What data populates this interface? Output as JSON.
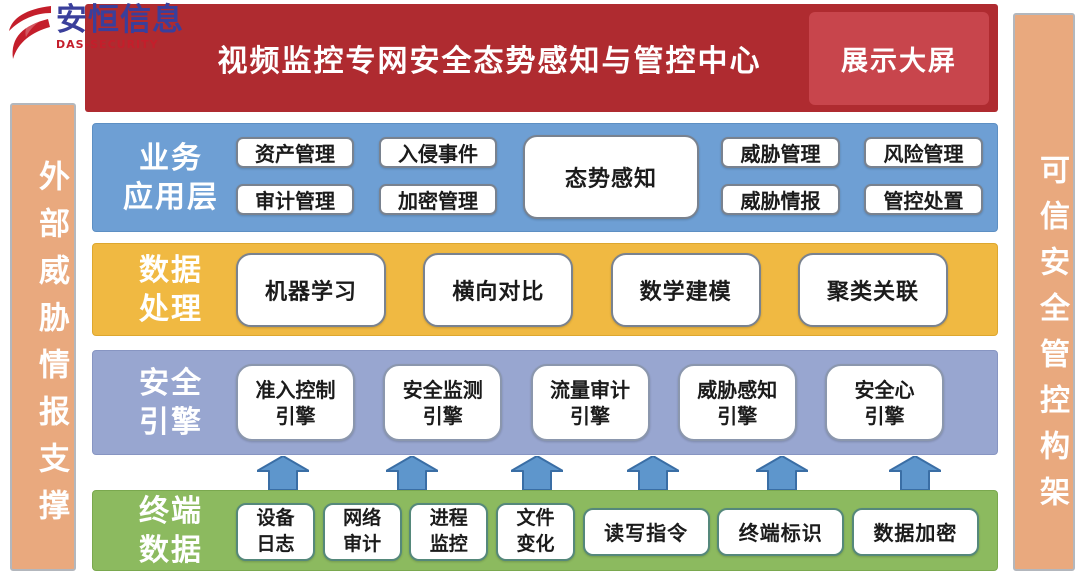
{
  "logo": {
    "brand": "安恒信息",
    "subtitle": "DAS-SECURITY"
  },
  "header": {
    "title": "视频监控专网安全态势感知与管控中心",
    "badge": "展示大屏"
  },
  "sidebars": {
    "left": "外部威胁情报支撑",
    "right": "可信安全管控构架"
  },
  "layers": {
    "business": {
      "label": "业务\n应用层",
      "left_boxes": [
        "资产管理",
        "入侵事件",
        "审计管理",
        "加密管理"
      ],
      "center_box": "态势感知",
      "right_boxes": [
        "威胁管理",
        "风险管理",
        "威胁情报",
        "管控处置"
      ]
    },
    "data_processing": {
      "label": "数据\n处理",
      "boxes": [
        "机器学习",
        "横向对比",
        "数学建模",
        "聚类关联"
      ]
    },
    "security_engine": {
      "label": "安全\n引擎",
      "boxes": [
        "准入控制\n引擎",
        "安全监测\n引擎",
        "流量审计\n引擎",
        "威胁感知\n引擎",
        "安全心\n引擎"
      ]
    },
    "terminal_data": {
      "label": "终端\n数据",
      "small_boxes": [
        "设备\n日志",
        "网络\n审计",
        "进程\n监控",
        "文件\n变化"
      ],
      "wide_boxes": [
        "读写指令",
        "终端标识",
        "数据加密"
      ]
    }
  },
  "flow": {
    "direction": "up",
    "arrow_count": 6
  },
  "colors": {
    "banner": "#AF2B30",
    "badge": "#C8454C",
    "business": "#6E9FD4",
    "data_processing": "#F0B942",
    "security_engine": "#98A6D0",
    "terminal_data": "#8CBA5F",
    "sidebar": "#E9A97E",
    "arrow": "#5E96CC",
    "arrow_border": "#3A6EA5",
    "logo_red": "#C41E2B",
    "logo_blue": "#3A3F9B"
  }
}
